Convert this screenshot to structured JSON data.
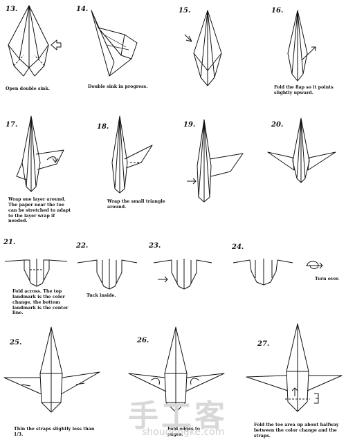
{
  "steps": [
    {
      "n": "13.",
      "caption": "Open double sink."
    },
    {
      "n": "14.",
      "caption": "Double sink in progress."
    },
    {
      "n": "15.",
      "caption": ""
    },
    {
      "n": "16.",
      "caption": "Fold the flap so it points slightly upward."
    },
    {
      "n": "17.",
      "caption": "Wrap one layer around. The paper near the toe can be stretched to adapt to the layer wrap if needed."
    },
    {
      "n": "18.",
      "caption": "Wrap the small triangle around."
    },
    {
      "n": "19.",
      "caption": ""
    },
    {
      "n": "20.",
      "caption": ""
    },
    {
      "n": "21.",
      "caption": "Fold across. The top landmark is the color change, the bottom landmark is the center line."
    },
    {
      "n": "22.",
      "caption": "Tuck inside."
    },
    {
      "n": "23.",
      "caption": ""
    },
    {
      "n": "24.",
      "caption": ""
    },
    {
      "n": "",
      "caption": "Turn over."
    },
    {
      "n": "25.",
      "caption": "Thin the straps slightly less than 1/3."
    },
    {
      "n": "26.",
      "caption": "Fold edges to edges."
    },
    {
      "n": "27.",
      "caption": "Fold the toe area up about halfway between the color change and the straps."
    }
  ],
  "watermark": {
    "main": "手工客",
    "site": "shougongke.com"
  }
}
